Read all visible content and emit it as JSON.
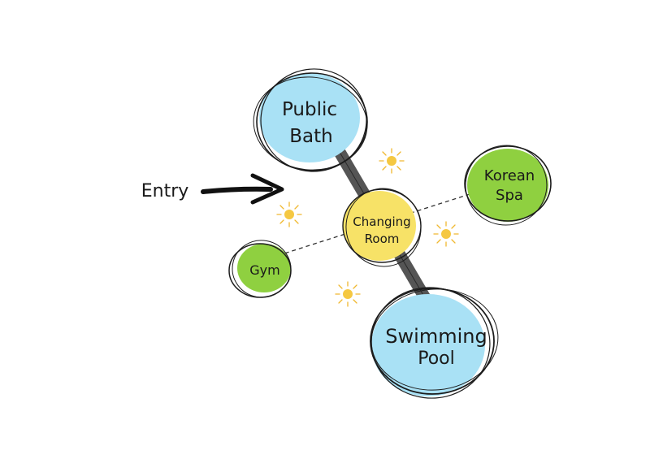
{
  "entry": {
    "label": "Entry"
  },
  "spaces": {
    "public_bath": {
      "line1": "Public",
      "line2": "Bath",
      "color": "#a9e1f5"
    },
    "changing_room": {
      "line1": "Changing",
      "line2": "Room",
      "color": "#f7e267"
    },
    "swimming_pool": {
      "line1": "Swimming",
      "line2": "Pool",
      "color": "#a9e1f5"
    },
    "korean_spa": {
      "line1": "Korean",
      "line2": "Spa",
      "color": "#8fd040"
    },
    "gym": {
      "line1": "Gym",
      "color": "#8fd040"
    }
  },
  "connections": {
    "main_axis": {
      "style": "thick-grey",
      "color": "#555555"
    },
    "secondary_axis": {
      "style": "dashed",
      "color": "#333333"
    }
  },
  "sun_icon_color": "#f5c842"
}
